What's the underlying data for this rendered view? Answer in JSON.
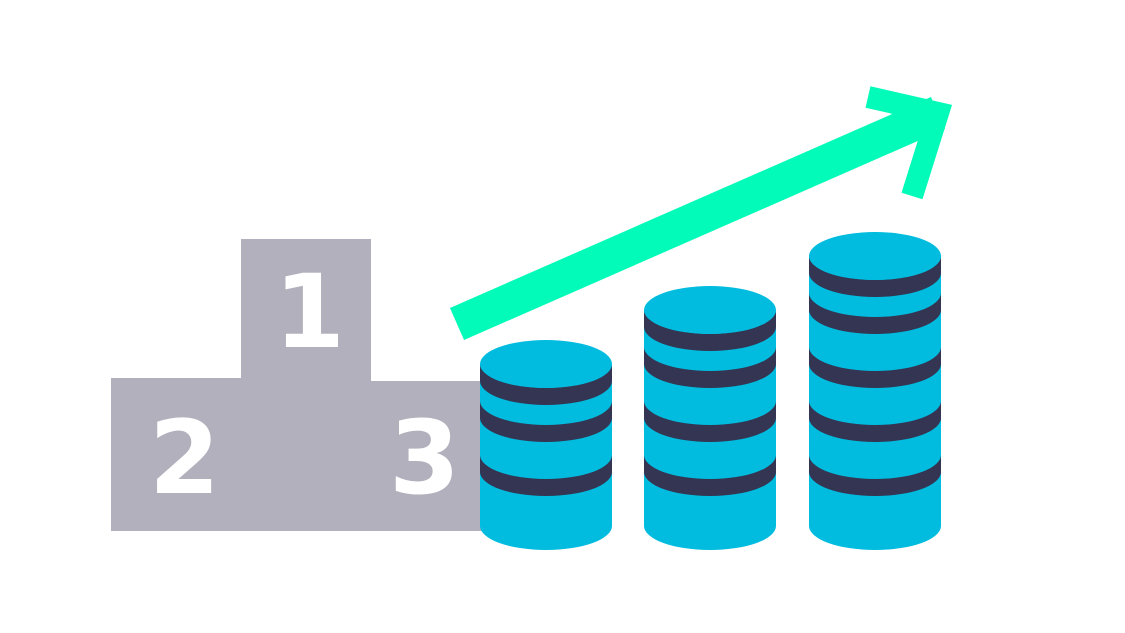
{
  "podium": {
    "first": "1",
    "second": "2",
    "third": "3"
  },
  "colors": {
    "podium": "#b1b0bc",
    "coin_face": "#01bcde",
    "coin_band": "#343453",
    "arrow": "#02fbb8",
    "background": "#ffffff"
  },
  "icons": [
    "podium-icon",
    "coin-stack-icon",
    "trend-arrow-icon"
  ]
}
